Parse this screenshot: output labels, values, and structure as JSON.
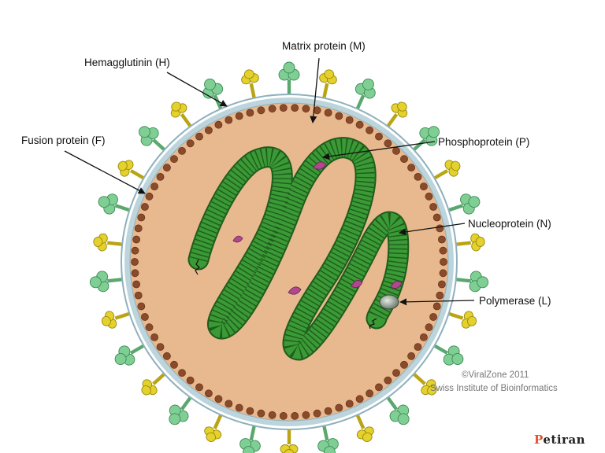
{
  "labels": {
    "matrix": "Matrix protein (M)",
    "hemagglutinin": "Hemagglutinin (H)",
    "fusion": "Fusion protein (F)",
    "phosphoprotein": "Phosphoprotein  (P)",
    "nucleoprotein": "Nucleoprotein  (N)",
    "polymerase": "Polymerase  (L)"
  },
  "credit": {
    "line1": "©ViralZone 2011",
    "line2": "Swiss Institute of Bioinformatics"
  },
  "watermark": {
    "initial": "P",
    "rest": "etiran"
  },
  "colors": {
    "interior": "#e8b98e",
    "matrix_bead": "#8b4a2a",
    "envelope": "#bcd4dc",
    "hemagglutinin": "#7fcf94",
    "fusion": "#e5d12b",
    "nucleoprotein": "#3a9a35",
    "phosphoprotein": "#b0488e",
    "polymerase": "#8c9a8c",
    "watermark_accent": "#e0532a"
  }
}
